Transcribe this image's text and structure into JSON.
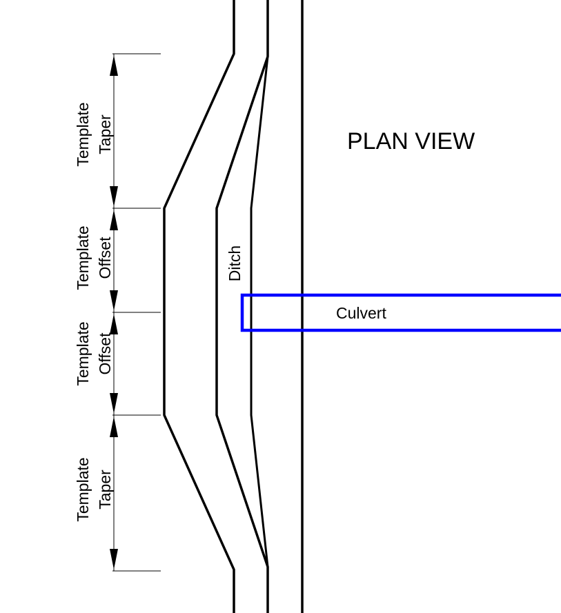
{
  "title": "PLAN VIEW",
  "labels": {
    "ditch": "Ditch",
    "culvert": "Culvert"
  },
  "dimensions": [
    {
      "line1": "Template",
      "line2": "Taper"
    },
    {
      "line1": "Template",
      "line2": "Offset"
    },
    {
      "line1": "Template",
      "line2": "Offset"
    },
    {
      "line1": "Template",
      "line2": "Taper"
    }
  ],
  "colors": {
    "linework": "#000000",
    "culvert": "#0000ff"
  }
}
